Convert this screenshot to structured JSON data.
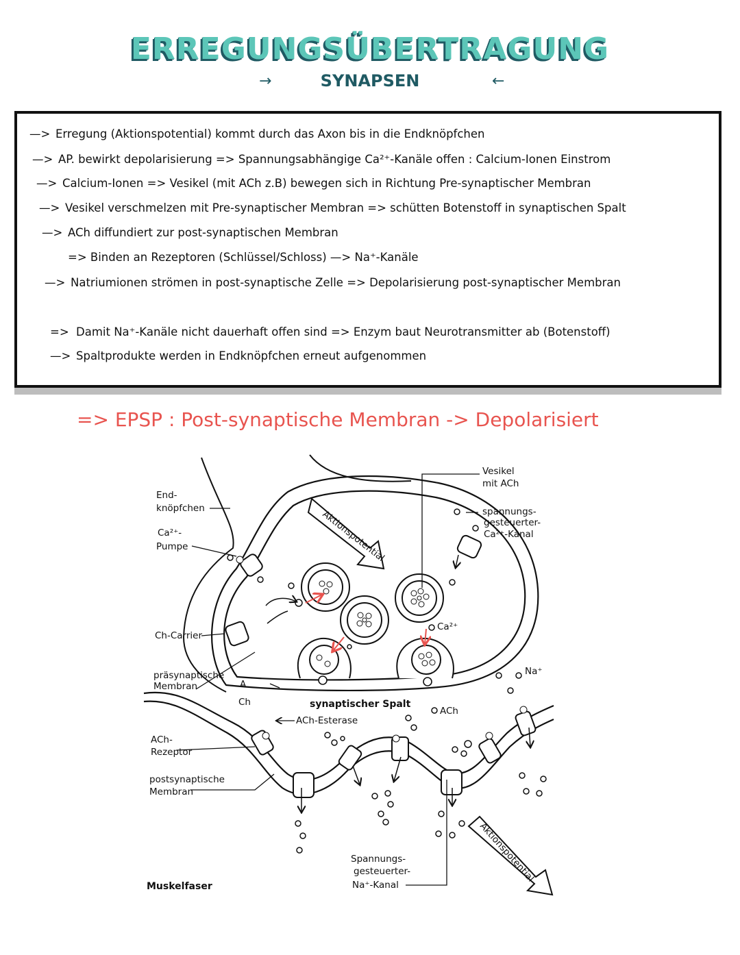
{
  "header": {
    "title": "ERREGUNGSÜBERTRAGUNG",
    "subtitle": "SYNAPSEN",
    "arrow_left": "→",
    "arrow_right": "←"
  },
  "notes": [
    {
      "arrow": "—>",
      "text": "Erregung (Aktionspotential) kommt durch das Axon bis in die Endknöpfchen"
    },
    {
      "arrow": "—>",
      "text": "AP. bewirkt depolarisierung => Spannungsabhängige Ca²⁺-Kanäle offen : Calcium-Ionen Einstrom"
    },
    {
      "arrow": "—>",
      "text": "Calcium-Ionen => Vesikel (mit ACh z.B) bewegen sich in Richtung Pre-synaptischer Membran"
    },
    {
      "arrow": "—>",
      "text": "Vesikel verschmelzen mit Pre-synaptischer Membran => schütten Botenstoff in synaptischen Spalt"
    },
    {
      "arrow": "—>",
      "text": "ACh diffundiert zur post-synaptischen Membran"
    },
    {
      "arrow": "",
      "text": "=> Binden an Rezeptoren (Schlüssel/Schloss) —> Na⁺-Kanäle"
    },
    {
      "arrow": "—>",
      "text": "Natriumionen strömen in post-synaptische Zelle => Depolarisierung post-synaptischer Membran"
    },
    {
      "arrow": "=>",
      "text": "Damit Na⁺-Kanäle nicht dauerhaft offen sind => Enzym baut Neurotransmitter ab (Botenstoff)"
    },
    {
      "arrow": "—>",
      "text": "Spaltprodukte werden in Endknöpfchen erneut aufgenommen"
    }
  ],
  "epsp": "=> EPSP : Post-synaptische Membran -> Depolarisiert",
  "diagram": {
    "labels": {
      "endknoepfchen_1": "End-",
      "endknoepfchen_2": "knöpfchen",
      "ca_pumpe_1": "Ca²⁺-",
      "ca_pumpe_2": "Pumpe",
      "ch_carrier": "Ch-Carrier",
      "praesyn_1": "präsynaptische",
      "praesyn_2": "Membran",
      "ach_rez_1": "ACh-",
      "ach_rez_2": "Rezeptor",
      "postsyn_1": "postsynaptische",
      "postsyn_2": "Membran",
      "muskelfaser": "Muskelfaser",
      "vesikel_1": "Vesikel",
      "vesikel_2": "mit ACh",
      "ca_kanal_1": "spannungs-",
      "ca_kanal_2": "gesteuerter-",
      "ca_kanal_3": "Ca²⁺-Kanal",
      "ca_ion": "Ca²⁺",
      "na_ion": "Na⁺",
      "ach": "ACh",
      "spalt": "synaptischer Spalt",
      "a": "A",
      "ch": "Ch",
      "esterase": "ACh-Esterase",
      "na_kanal_1": "Spannungs-",
      "na_kanal_2": "gesteuerter-",
      "na_kanal_3": "Na⁺-Kanal",
      "ap_top": "Aktionspotential",
      "ap_bottom": "Aktionspotential"
    }
  },
  "colors": {
    "title_fill": "#5cc6b8",
    "title_shadow": "#1f5a63",
    "accent_red": "#e8544f",
    "ink": "#111111",
    "box_shadow": "#bdbdbd"
  }
}
